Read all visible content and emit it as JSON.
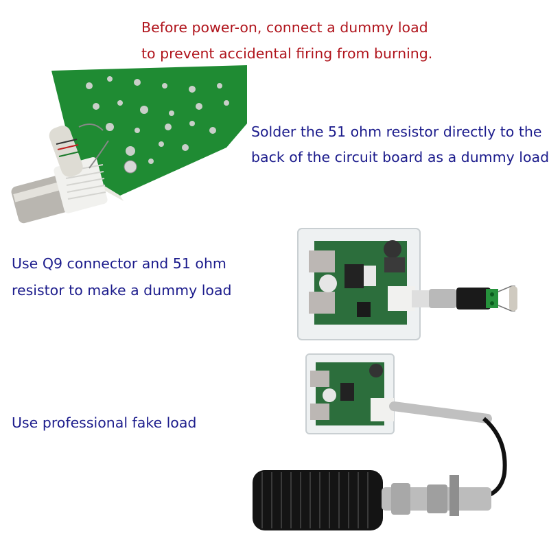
{
  "header": {
    "line1": "Before power-on, connect a dummy load",
    "line2": "to prevent accidental firing from burning."
  },
  "sections": [
    {
      "id": "solder-resistor",
      "line1": "Solder the 51 ohm resistor directly to the",
      "line2": "back of the circuit board as a dummy load",
      "image": "pcb-back-with-resistor-and-bnc-photo"
    },
    {
      "id": "q9-connector",
      "line1": "Use Q9 connector and 51 ohm",
      "line2": "resistor to make a dummy load",
      "image": "transceiver-with-q9-adapter-and-resistor-photo"
    },
    {
      "id": "professional-load",
      "line1": "Use professional fake load",
      "image": "transceiver-with-heatsink-dummy-load-photo"
    }
  ],
  "colors": {
    "header_text": "#b0141c",
    "body_text": "#1c1c8c",
    "pcb_green": "#1e8a32",
    "background": "#ffffff"
  }
}
